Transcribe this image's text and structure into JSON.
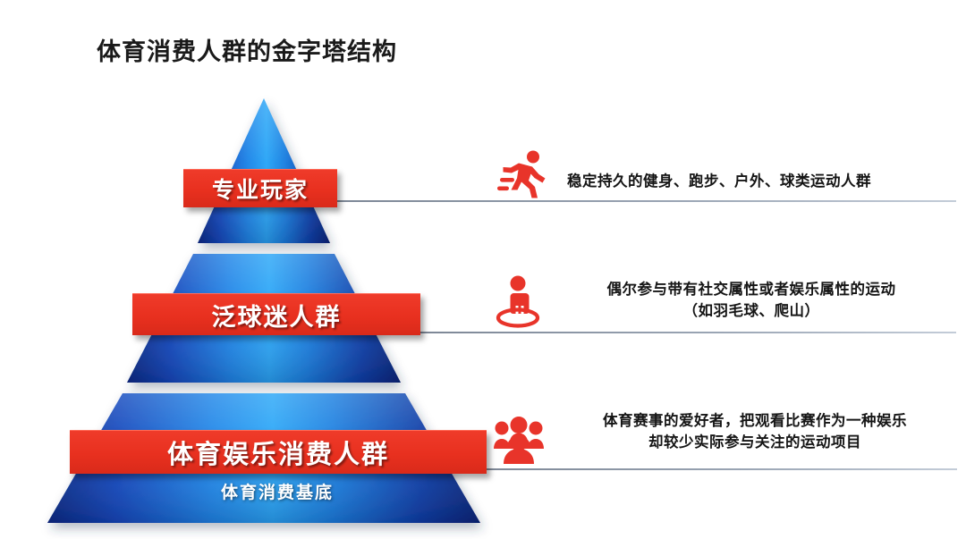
{
  "page": {
    "title": "体育消费人群的金字塔结构",
    "background_color": "#ffffff"
  },
  "colors": {
    "band_red": "#e8301f",
    "icon_red": "#e8342a",
    "pyramid_blue_dark": "#0b2f8f",
    "pyramid_blue_bright": "#1e9bf0",
    "connector_gray": "#8b95a3",
    "text_dark": "#151515",
    "band_text": "#ffffff"
  },
  "pyramid": {
    "base_label": "体育消费基底",
    "tiers": [
      {
        "level": 1,
        "label": "专业玩家",
        "icon": "running-person-icon",
        "description_lines": [
          "稳定持久的健身、跑步、户外、球类运动人群"
        ]
      },
      {
        "level": 2,
        "label": "泛球迷人群",
        "icon": "single-person-in-ring-icon",
        "description_lines": [
          "偶尔参与带有社交属性或者娱乐属性的运动",
          "（如羽毛球、爬山）"
        ]
      },
      {
        "level": 3,
        "label": "体育娱乐消费人群",
        "icon": "people-group-icon",
        "description_lines": [
          "体育赛事的爱好者，把观看比赛作为一种娱乐",
          "却较少实际参与关注的运动项目"
        ]
      }
    ]
  }
}
